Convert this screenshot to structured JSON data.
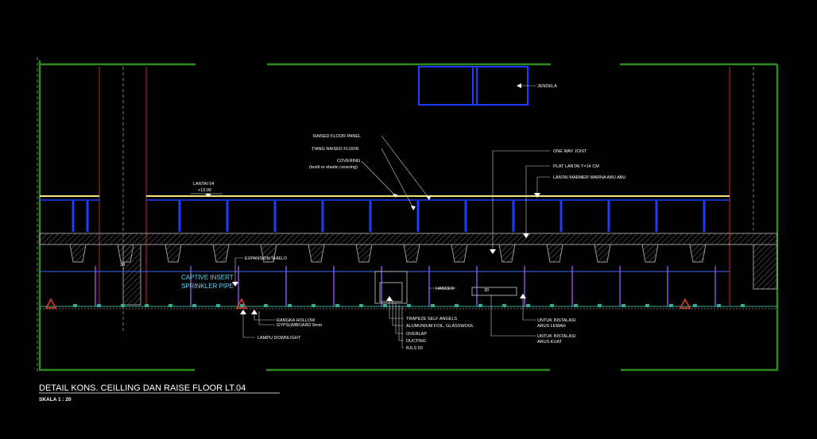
{
  "drawing": {
    "title": "DETAIL KONS. CEILLING DAN RAISE FLOOR LT.04",
    "scale": "SKALA 1 : 20"
  },
  "level": {
    "name": "LANTAI 04",
    "elevation": "+13.00"
  },
  "labels": {
    "jendela": "JENDELA",
    "raised_floor_panel": "RAISED FLOOR PANEL",
    "tiang_raised_floor": "TIANG RAISED FLOOR",
    "covering": "COVERING",
    "covering_sub": "(textil or elastic covering)",
    "one_way_joist": "ONE WAY JOIST",
    "plat_lantai": "PLAT LANTAI T=14 CM",
    "lantai_marmer": "LANTAI MARMER WARNA ABU ABU",
    "expansion_shield": "EXPANSION SHIELD",
    "captive_insert": "CAPTIVE INSERT",
    "sprinkler_pipe": "SPRINKLER PIPE",
    "hanger": "HANGER",
    "dim_30_left": "30",
    "dim_30_right": "30",
    "rangka_hollow": "RANGKA HOLLOW",
    "gypsumboard": "GYPSUMBOARD 9mm",
    "lampu_downlight": "LAMPU DOWNLIGHT",
    "trapeze": "TRAPEZE SELF ANGELS",
    "aluminium_foil": "ALUMUNIUM FOIL, GLASSWOOL",
    "overlap": "OVERLAP",
    "ducting": "DUCTING",
    "bjls": "BJLS 50",
    "arus_lemah_1": "UNTUK INSTALASI",
    "arus_lemah_2": "ARUS LEMAH",
    "arus_kuat_1": "UNTUK INSTALASI",
    "arus_kuat_2": "ARUS KUAT"
  },
  "colors": {
    "background": "#000000",
    "frame": "#2e8b1e",
    "column": "#c0302a",
    "floor": "#f2e27a",
    "pedestal": "#1e3cff",
    "slab": "#9a9a9a",
    "pipe": "#3c6cff",
    "ceiling": "#3aa896",
    "label": "#ffffff",
    "cyan_label": "#5ad7ff"
  }
}
